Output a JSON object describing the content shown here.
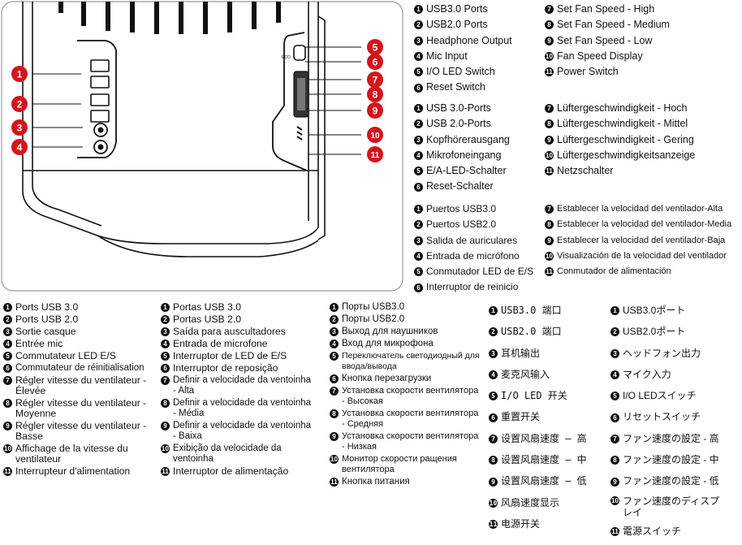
{
  "diagram": {
    "callouts": [
      "1",
      "2",
      "3",
      "4",
      "5",
      "6",
      "7",
      "8",
      "9",
      "10",
      "11"
    ],
    "colors": {
      "callout": "#d4141c",
      "case_stroke": "#111111",
      "border": "#9a9a9a"
    },
    "button_label": "ECO"
  },
  "legend_en": {
    "col1": [
      "USB3.0 Ports",
      "USB2.0 Ports",
      "Headphone Output",
      "Mic Input",
      "I/O LED Switch",
      "Reset Switch"
    ],
    "col2": [
      "Set Fan Speed - High",
      "Set Fan Speed - Medium",
      "Set Fan Speed - Low",
      "Fan Speed Display",
      "Power Switch"
    ]
  },
  "legend_de": {
    "col1": [
      "USB 3.0-Ports",
      "USB 2.0-Ports",
      "Kopfhörerausgang",
      "Mikrofoneingang",
      "E/A-LED-Schalter",
      "Reset-Schalter"
    ],
    "col2": [
      "Lüftergeschwindigkeit - Hoch",
      "Lüftergeschwindigkeit - Mittel",
      "Lüftergeschwindigkeit - Gering",
      "Lüftergeschwindigkeitsanzeige",
      "Netzschalter"
    ]
  },
  "legend_es": {
    "col1": [
      "Puertos USB3.0",
      "Puertos USB2.0",
      "Salida de auriculares",
      "Entrada de micrófono",
      "Conmutador LED de E/S",
      "Interruptor de reinicio"
    ],
    "col2": [
      "Establecer la velocidad del ventilador-Alta",
      "Establecer la velocidad del ventilador-Media",
      "Establecer la velocidad del ventilador-Baja",
      "Visualización de la velocidad del ventilador",
      "Conmutador de alimentación"
    ]
  },
  "legend_fr": [
    "Ports USB 3.0",
    "Ports USB 2.0",
    "Sortie casque",
    "Entrée mic",
    "Commutateur LED E/S",
    "Commutateur de réinitialisation",
    "Régler vitesse du ventilateur - Élevée",
    "Régler vitesse du ventilateur - Moyenne",
    "Régler vitesse du ventilateur - Basse",
    "Affichage de la vitesse du ventilateur",
    "Interrupteur d'alimentation"
  ],
  "legend_pt": [
    "Portas USB 3.0",
    "Portas USB 2.0",
    "Saída para auscultadores",
    "Entrada de microfone",
    "Interruptor de LED de E/S",
    "Interruptor de reposição",
    "Definir a velocidade da ventoinha - Alta",
    "Definir a velocidade da ventoinha - Média",
    "Definir a velocidade da ventoinha - Baixa",
    "Exibição da velocidade da ventoinha",
    "Interruptor de alimentação"
  ],
  "legend_ru": [
    "Порты USB3.0",
    "Порты USB2.0",
    "Выход для наушников",
    "Вход для микрофона",
    "Переключатель светодиодный для ввода/вывода",
    "Кнопка перезагрузки",
    "Установка скорости вентилятора - Высокая",
    "Установка скорости вентилятора - Средняя",
    "Установка скорости вентилятора - Низкая",
    "Монитор скорости ращения вентилятора",
    "Кнопка питания"
  ],
  "legend_zh": [
    "USB3.0 端口",
    "USB2.0 端口",
    "耳机输出",
    "麦克风输入",
    "I/O LED 开关",
    "重置开关",
    "设置风扇速度 – 高",
    "设置风扇速度 – 中",
    "设置风扇速度 – 低",
    "风扇速度显示",
    "电源开关"
  ],
  "legend_ja": [
    "USB3.0ポート",
    "USB2.0ポート",
    "ヘッドフォン出力",
    "マイク入力",
    "I/O LEDスイッチ",
    "リセットスイッチ",
    "ファン速度の設定 - 高",
    "ファン速度の設定 - 中",
    "ファン速度の設定 - 低",
    "ファン速度のディスプレイ",
    "電源スイッチ"
  ]
}
